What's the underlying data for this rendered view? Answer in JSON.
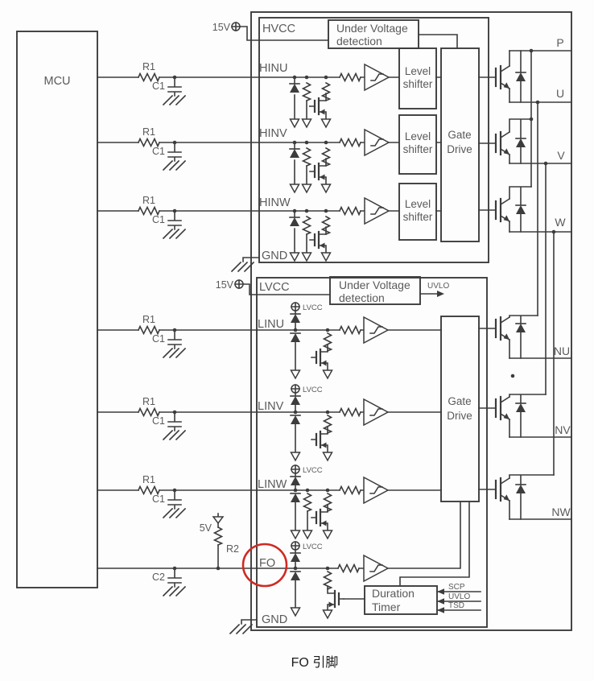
{
  "caption": "FO 引脚",
  "mcu": {
    "label": "MCU"
  },
  "passives": {
    "r1": "R1",
    "c1": "C1",
    "r2": "R2",
    "c2": "C2"
  },
  "supplies": {
    "v15": "15V",
    "v5": "5V",
    "lvcc": "LVCC"
  },
  "high_side": {
    "pin_hvcc": "HVCC",
    "pin_hinu": "HINU",
    "pin_hinv": "HINV",
    "pin_hinw": "HINW",
    "pin_gnd": "GND",
    "uv_line1": "Under Voltage",
    "uv_line2": "detection",
    "level_line1": "Level",
    "level_line2": "shifter",
    "gate_line1": "Gate",
    "gate_line2": "Drive"
  },
  "low_side": {
    "pin_lvcc": "LVCC",
    "pin_linu": "LINU",
    "pin_linv": "LINV",
    "pin_linw": "LINW",
    "pin_fo": "FO",
    "pin_gnd": "GND",
    "uv_line1": "Under Voltage",
    "uv_line2": "detection",
    "uvlo_out": "UVLO",
    "gate_line1": "Gate",
    "gate_line2": "Drive",
    "timer_line1": "Duration",
    "timer_line2": "Timer",
    "sig_scp": "SCP",
    "sig_uvlo": "UVLO",
    "sig_tsd": "TSD"
  },
  "outputs": {
    "p": "P",
    "u": "U",
    "v": "V",
    "w": "W",
    "nu": "NU",
    "nv": "NV",
    "nw": "NW"
  }
}
